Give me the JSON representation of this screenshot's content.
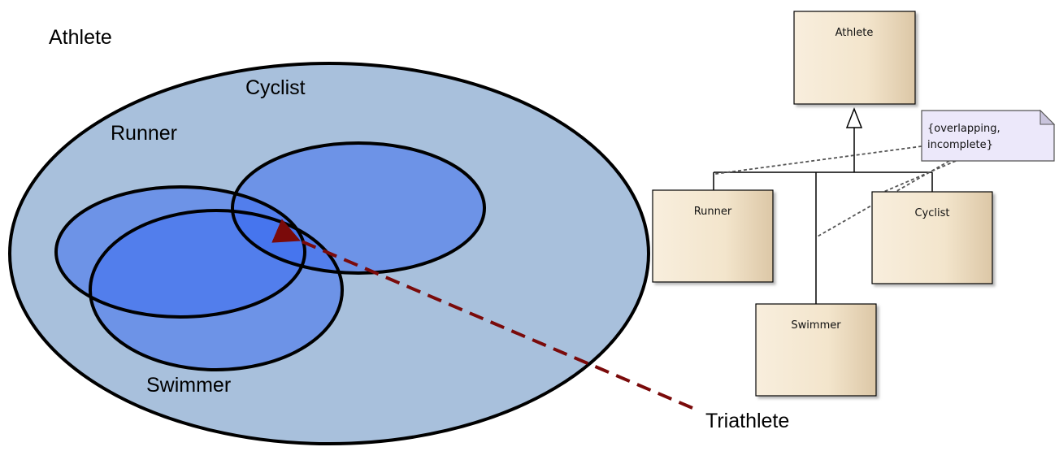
{
  "venn": {
    "outer_label": "Athlete",
    "cyclist_label": "Cyclist",
    "runner_label": "Runner",
    "swimmer_label": "Swimmer",
    "pointer_label": "Triathlete",
    "colors": {
      "outer_fill": "#a8c0dc",
      "set_fill": "#3c6ef0",
      "outline": "#000000",
      "pointer": "#7a0a0a"
    }
  },
  "uml": {
    "parent_label": "Athlete",
    "runner_label": "Runner",
    "cyclist_label": "Cyclist",
    "swimmer_label": "Swimmer",
    "note_line1": "{overlapping,",
    "note_line2": "incomplete}",
    "colors": {
      "class_fill": "#f6e9d4",
      "class_shade": "#e2cfb0",
      "note_fill": "#ece8fa"
    }
  }
}
